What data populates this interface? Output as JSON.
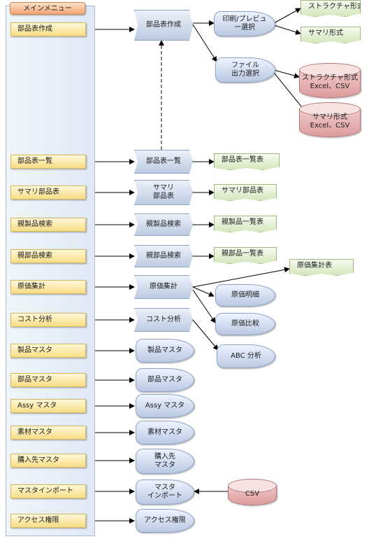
{
  "menu": {
    "title": "メインメニュー",
    "items": [
      "部品表作成",
      "部品表一覧",
      "サマリ部品表",
      "親製品検索",
      "親部品検索",
      "原価集計",
      "コスト分析",
      "製品マスタ",
      "部品マスタ",
      "Assy マスタ",
      "素材マスタ",
      "購入先マスタ",
      "マスタインポート",
      "アクセス権限"
    ]
  },
  "processes": {
    "bom_create": "部品表作成",
    "bom_list": "部品表一覧",
    "summary_bom": "サマリ\n部品表",
    "parent_product": "親製品検索",
    "parent_part": "親部品検索",
    "cost_total": "原価集計",
    "cost_analysis": "コスト分析",
    "product_master": "製品マスタ",
    "part_master": "部品マスタ",
    "assy_master": "Assy マスタ",
    "material_master": "素材マスタ",
    "supplier_master": "購入先\nマスタ",
    "master_import": "マスタ\nインポート",
    "access_rights": "アクセス権限",
    "print_preview": "印刷/プレビュ\nー選択",
    "file_output": "ファイル\n出力選択",
    "cost_detail": "原価明細",
    "cost_compare": "原価比較",
    "abc_analysis": "ABC 分析"
  },
  "documents": {
    "structure_print": "ストラクチャ形式",
    "summary_print": "サマリ形式",
    "bom_list_doc": "部品表一覧表",
    "summary_bom_doc": "サマリ部品表",
    "parent_product_doc": "親製品一覧表",
    "parent_part_doc": "親部品一覧表",
    "cost_total_doc": "原価集計表"
  },
  "files": {
    "structure_file": "ストラクチャ形式\nExcel、CSV",
    "summary_file": "サマリ形式\nExcel、CSV",
    "csv_import": "CSV"
  },
  "colors": {
    "connector": "#000000"
  }
}
